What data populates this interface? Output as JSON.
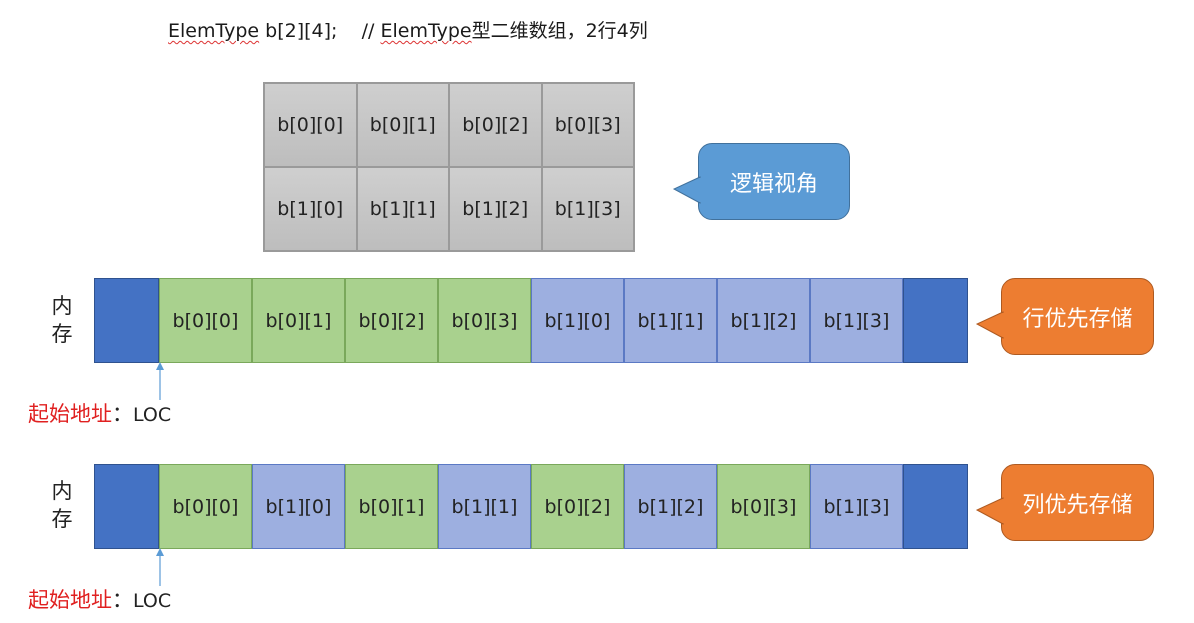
{
  "declaration": {
    "part1": "ElemType",
    "part2": " b[2][4];    // ",
    "part3": "ElemType",
    "part4": "型二维数组，2行4列"
  },
  "logical_grid": {
    "cells": [
      "b[0][0]",
      "b[0][1]",
      "b[0][2]",
      "b[0][3]",
      "b[1][0]",
      "b[1][1]",
      "b[1][2]",
      "b[1][3]"
    ]
  },
  "callouts": {
    "logical": "逻辑视角",
    "row_major": "行优先存储",
    "col_major": "列优先存储"
  },
  "memory_label": [
    "内",
    "存"
  ],
  "row_major": {
    "cells": [
      {
        "text": "b[0][0]",
        "color": "green"
      },
      {
        "text": "b[0][1]",
        "color": "green"
      },
      {
        "text": "b[0][2]",
        "color": "green"
      },
      {
        "text": "b[0][3]",
        "color": "green"
      },
      {
        "text": "b[1][0]",
        "color": "blue"
      },
      {
        "text": "b[1][1]",
        "color": "blue"
      },
      {
        "text": "b[1][2]",
        "color": "blue"
      },
      {
        "text": "b[1][3]",
        "color": "blue"
      }
    ]
  },
  "col_major": {
    "cells": [
      {
        "text": "b[0][0]",
        "color": "green"
      },
      {
        "text": "b[1][0]",
        "color": "blue"
      },
      {
        "text": "b[0][1]",
        "color": "green"
      },
      {
        "text": "b[1][1]",
        "color": "blue"
      },
      {
        "text": "b[0][2]",
        "color": "green"
      },
      {
        "text": "b[1][2]",
        "color": "blue"
      },
      {
        "text": "b[0][3]",
        "color": "green"
      },
      {
        "text": "b[1][3]",
        "color": "blue"
      }
    ]
  },
  "start_address": {
    "label": "起始地址",
    "colon": "：",
    "value": "LOC"
  },
  "colors": {
    "green": "#a9d18e",
    "blue": "#9dafe0",
    "pad": "#4472c4",
    "callout_blue": "#5b9bd5",
    "callout_orange": "#ed7d31",
    "address_red": "#e02020"
  }
}
